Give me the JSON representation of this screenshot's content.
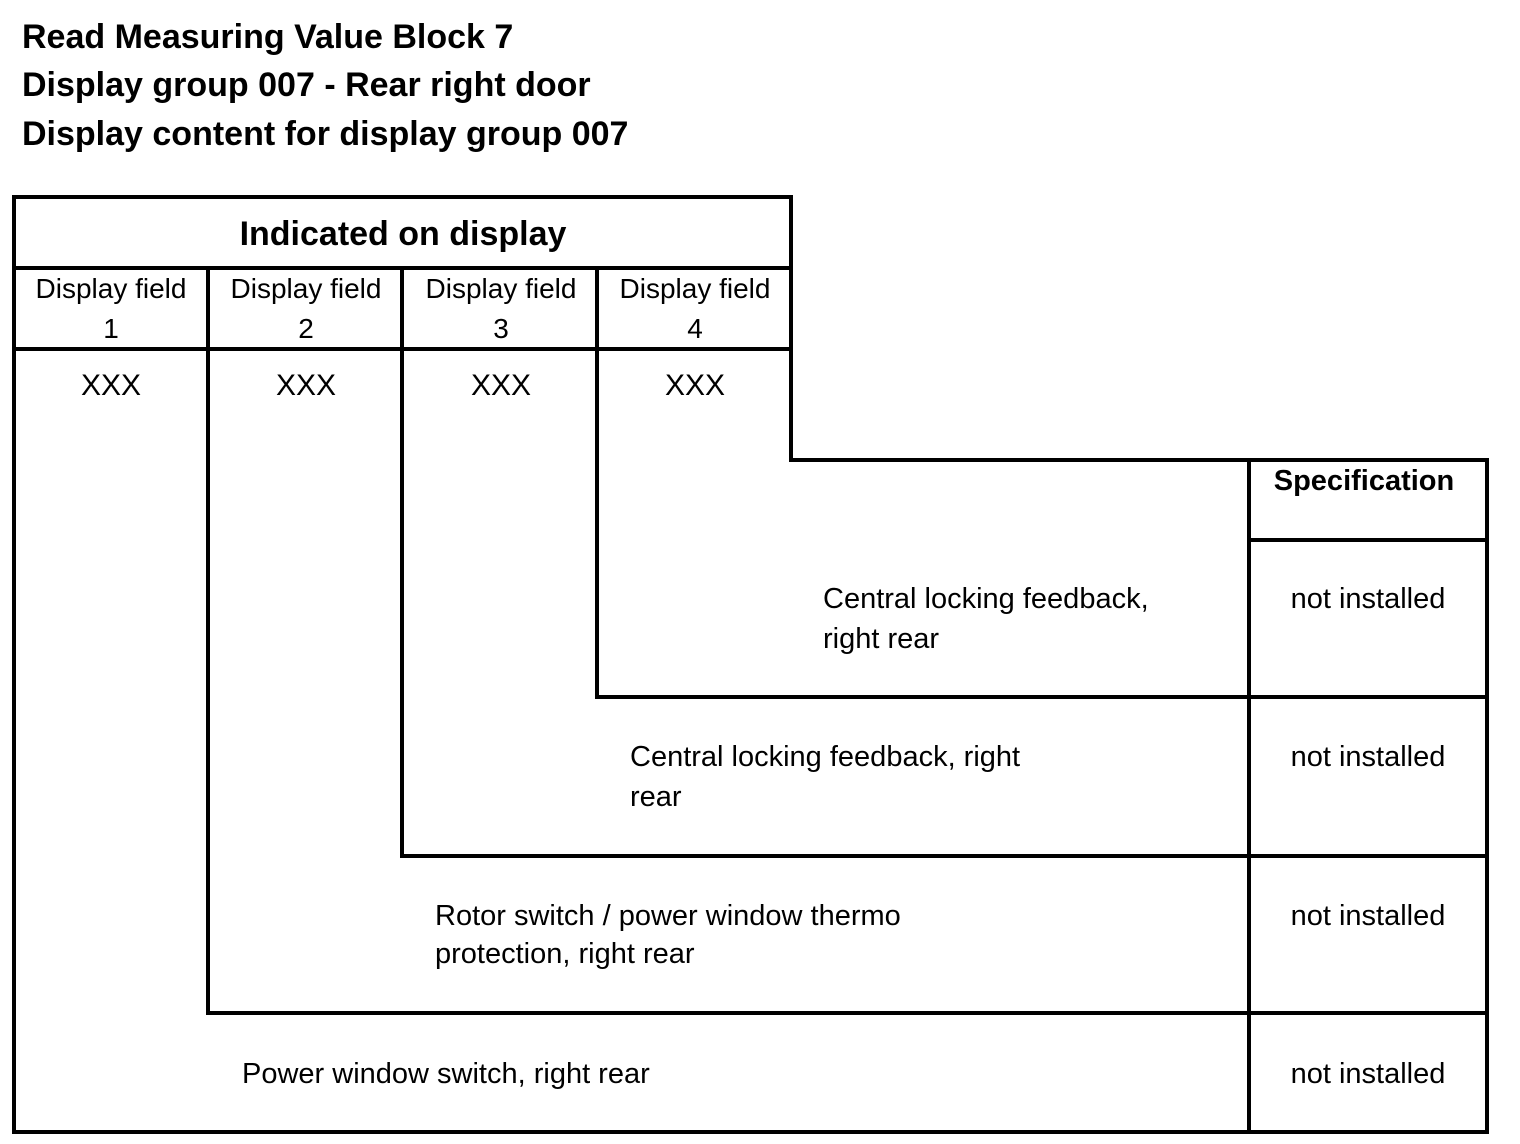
{
  "headings": {
    "line1": "Read Measuring Value Block 7",
    "line2": "Display group 007 - Rear right door",
    "line3": "Display content for display group 007"
  },
  "table": {
    "header": "Indicated on display",
    "fields": [
      {
        "line1": "Display field",
        "line2": "1",
        "value": "XXX"
      },
      {
        "line1": "Display field",
        "line2": "2",
        "value": "XXX"
      },
      {
        "line1": "Display field",
        "line2": "3",
        "value": "XXX"
      },
      {
        "line1": "Display field",
        "line2": "4",
        "value": "XXX"
      }
    ],
    "spec_header": "Specification",
    "rows": [
      {
        "line1": "Central locking feedback,",
        "line2": "right rear",
        "spec": "not installed"
      },
      {
        "line1": "Central locking feedback, right",
        "line2": "rear",
        "spec": "not installed"
      },
      {
        "line1": "Rotor switch / power window thermo",
        "line2": "protection, right rear",
        "spec": "not installed"
      },
      {
        "line1": "Power window switch, right rear",
        "line2": "",
        "spec": "not installed"
      }
    ]
  }
}
